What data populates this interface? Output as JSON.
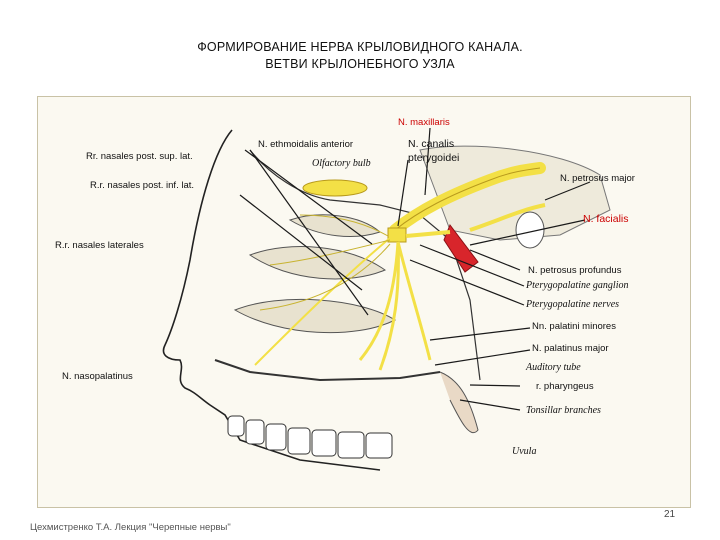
{
  "title": {
    "line1": "ФОРМИРОВАНИЕ НЕРВА КРЫЛОВИДНОГО КАНАЛА.",
    "line2": "ВЕТВИ КРЫЛОНЕБНОГО УЗЛА"
  },
  "labels": {
    "n_maxillaris": "N. maxillaris",
    "n_ethmoidalis_anterior": "N. ethmoidalis anterior",
    "olfactory_bulb": "Olfactory bulb",
    "n_canalis_pterygoidei_1": "N. canalis",
    "n_canalis_pterygoidei_2": "pterygoidei",
    "rr_nasales_post_sup": "Rr. nasales  post. sup. lat.",
    "rr_nasales_post_inf": "R.r. nasales  post. inf. lat.",
    "n_petrosus_major": "N. petrosus major",
    "n_facialis": "N. facialis",
    "rr_nasales_laterales": "R.r. nasales  laterales",
    "n_petrosus_profundus": "N. petrosus profundus",
    "pterygopalatine_ganglion": "Pterygopalatine ganglion",
    "pterygopalatine_nerves": "Pterygopalatine nerves",
    "nn_palatini_minores": "Nn. palatini minores",
    "n_palatinus_major": "N. palatinus major",
    "n_nasopalatinus": "N. nasopalatinus",
    "auditory_tube": "Auditory tube",
    "r_pharyngeus": "r. pharyngeus",
    "tonsillar_branches": "Tonsillar branches",
    "uvula": "Uvula"
  },
  "footer": "Цехмистренко Т.А. Лекция \"Черепные нервы\"",
  "page_number": "21",
  "colors": {
    "nerve": "#f3e046",
    "nerve_outline": "#b89a1c",
    "facial_nerve": "#d8252b",
    "pointer": "#1a1a1a",
    "red_label": "#cc0000"
  }
}
